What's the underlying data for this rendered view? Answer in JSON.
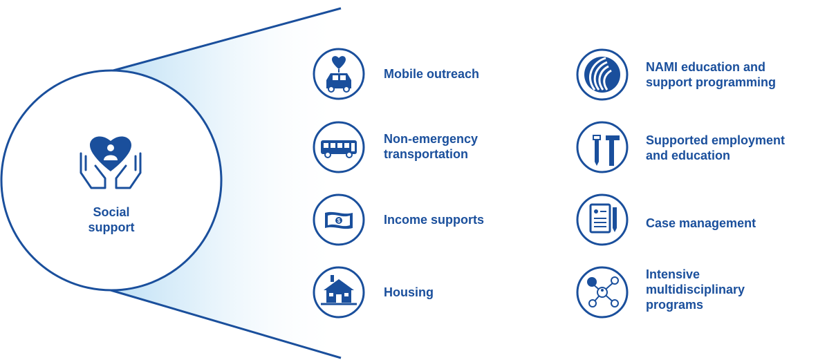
{
  "colors": {
    "primary": "#1a4f9c",
    "gradient_start": "#bfe0f5",
    "background": "#ffffff"
  },
  "center": {
    "icon": "hands-heart-person-icon",
    "label_line1": "Social",
    "label_line2": "support"
  },
  "left_column": [
    {
      "icon": "car-heart-icon",
      "lines": [
        "Mobile outreach"
      ]
    },
    {
      "icon": "bus-icon",
      "lines": [
        "Non-emergency",
        "transportation"
      ]
    },
    {
      "icon": "dollar-bill-icon",
      "lines": [
        "Income supports"
      ]
    },
    {
      "icon": "house-icon",
      "lines": [
        "Housing"
      ]
    }
  ],
  "right_column": [
    {
      "icon": "nami-logo-icon",
      "lines": [
        "NAMI education and",
        "support programming"
      ]
    },
    {
      "icon": "pencil-hammer-icon",
      "lines": [
        "Supported employment",
        "and education"
      ]
    },
    {
      "icon": "clipboard-pen-icon",
      "lines": [
        "Case management"
      ]
    },
    {
      "icon": "network-nodes-icon",
      "lines": [
        "Intensive",
        "multidisciplinary",
        "programs"
      ]
    }
  ]
}
